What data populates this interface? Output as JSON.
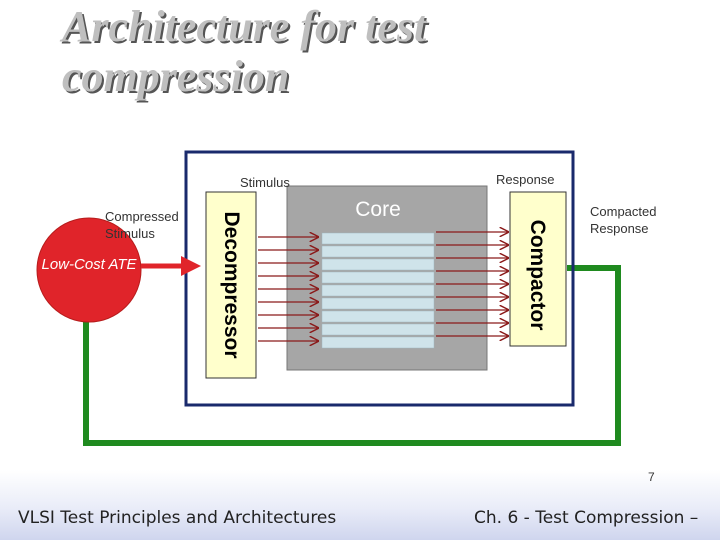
{
  "title": "Architecture for test compression",
  "labels": {
    "stimulus": "Stimulus",
    "response": "Response",
    "compressed_stimulus": "Compressed Stimulus",
    "compacted_response": "Compacted Response",
    "ate": "Low-Cost ATE",
    "decompressor": "Decompressor",
    "compactor": "Compactor",
    "core": "Core"
  },
  "footer": {
    "left": "VLSI Test Principles and Architectures",
    "right": "Ch. 6 - Test Compression –",
    "page_number": "7"
  },
  "colors": {
    "chip_border": "#1a2a6c",
    "core_fill": "#a6a6a6",
    "scan_chain_fill": "#cfe3ea",
    "arrow_red": "#8b1a1a",
    "feedback_green": "#1f8a1f",
    "ate_red": "#e0242a"
  }
}
